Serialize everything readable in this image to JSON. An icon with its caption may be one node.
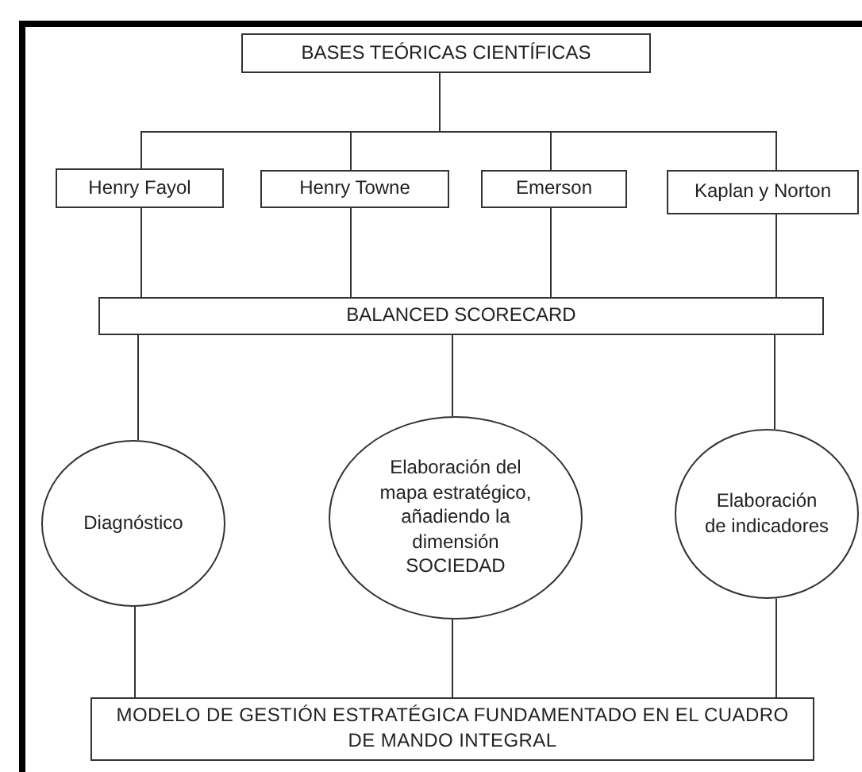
{
  "diagram": {
    "nodes": [
      {
        "text": [
          "BASES TEÓRICAS CIENTÍFICAS"
        ]
      },
      {
        "text": [
          "Henry Fayol"
        ]
      },
      {
        "text": [
          "Henry Towne"
        ]
      },
      {
        "text": [
          "Emerson"
        ]
      },
      {
        "text": [
          "Kaplan y Norton"
        ]
      },
      {
        "text": [
          "BALANCED SCORECARD"
        ]
      },
      {
        "text": [
          "Diagnóstico"
        ]
      },
      {
        "text": [
          "Elaboración del mapa estratégico, añadiendo la dimensión SOCIEDAD"
        ]
      },
      {
        "text": [
          "Elaboración de indicadores"
        ]
      },
      {
        "text": [
          "MODELO DE GESTIÓN ESTRATÉGICA FUNDAMENTADO EN EL CUADRO DE MANDO INTEGRAL"
        ]
      }
    ],
    "edges": [
      {
        "from": 0,
        "to": 1,
        "arrow": "none"
      },
      {
        "from": 0,
        "to": 2,
        "arrow": "none"
      },
      {
        "from": 0,
        "to": 3,
        "arrow": "none"
      },
      {
        "from": 0,
        "to": 4,
        "arrow": "none"
      },
      {
        "from": 1,
        "to": 5,
        "arrow": "none"
      },
      {
        "from": 2,
        "to": 5,
        "arrow": "none"
      },
      {
        "from": 3,
        "to": 5,
        "arrow": "none"
      },
      {
        "from": 4,
        "to": 5,
        "arrow": "none"
      },
      {
        "from": 5,
        "to": 6,
        "arrow": "none"
      },
      {
        "from": 5,
        "to": 7,
        "arrow": "none"
      },
      {
        "from": 5,
        "to": 8,
        "arrow": "none"
      },
      {
        "from": 6,
        "to": 9,
        "arrow": "none"
      },
      {
        "from": 7,
        "to": 9,
        "arrow": "none"
      },
      {
        "from": 8,
        "to": 9,
        "arrow": "none"
      }
    ]
  }
}
